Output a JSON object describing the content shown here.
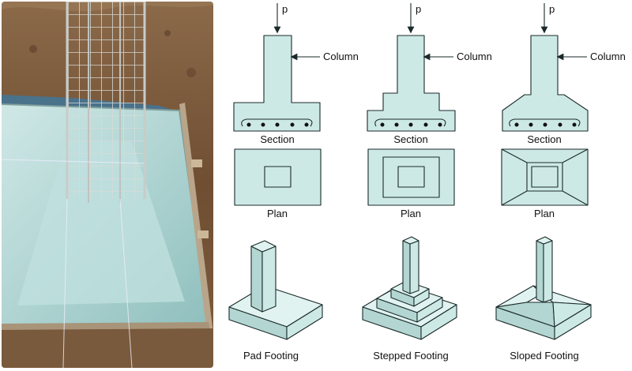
{
  "load_label": "p",
  "column_label": "Column",
  "section_label": "Section",
  "plan_label": "Plan",
  "footings": [
    {
      "name": "Pad Footing"
    },
    {
      "name": "Stepped Footing"
    },
    {
      "name": "Sloped Footing"
    }
  ],
  "colors": {
    "concrete": "#cde9e6",
    "concrete_shade": "#b3d6d2",
    "outline": "#1a2a2a",
    "soil": "#7a5a3c",
    "fresh_concrete": "#b9dcda"
  }
}
